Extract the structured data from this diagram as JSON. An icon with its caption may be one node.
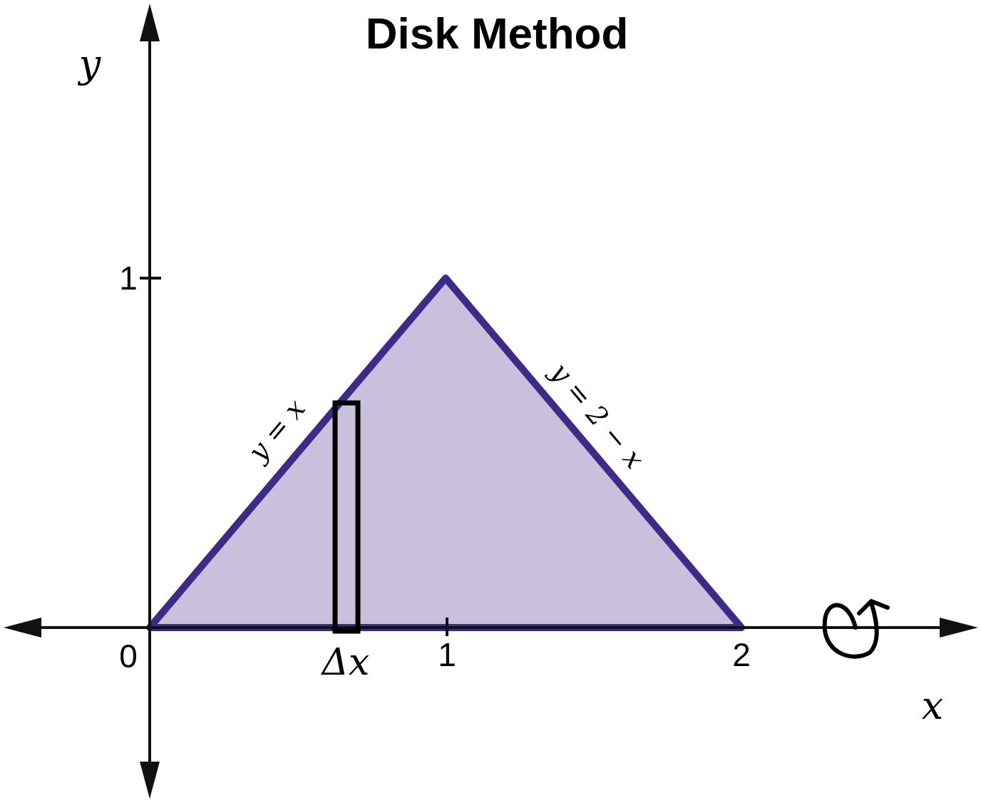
{
  "diagram": {
    "title": "Disk Method",
    "nodes": [
      {
        "text": [],
        "shape": "box"
      }
    ],
    "labels": [
      "y",
      "1",
      "y = 2 − x",
      "y = x",
      "0",
      "Δx",
      "1",
      "2",
      "x"
    ]
  }
}
